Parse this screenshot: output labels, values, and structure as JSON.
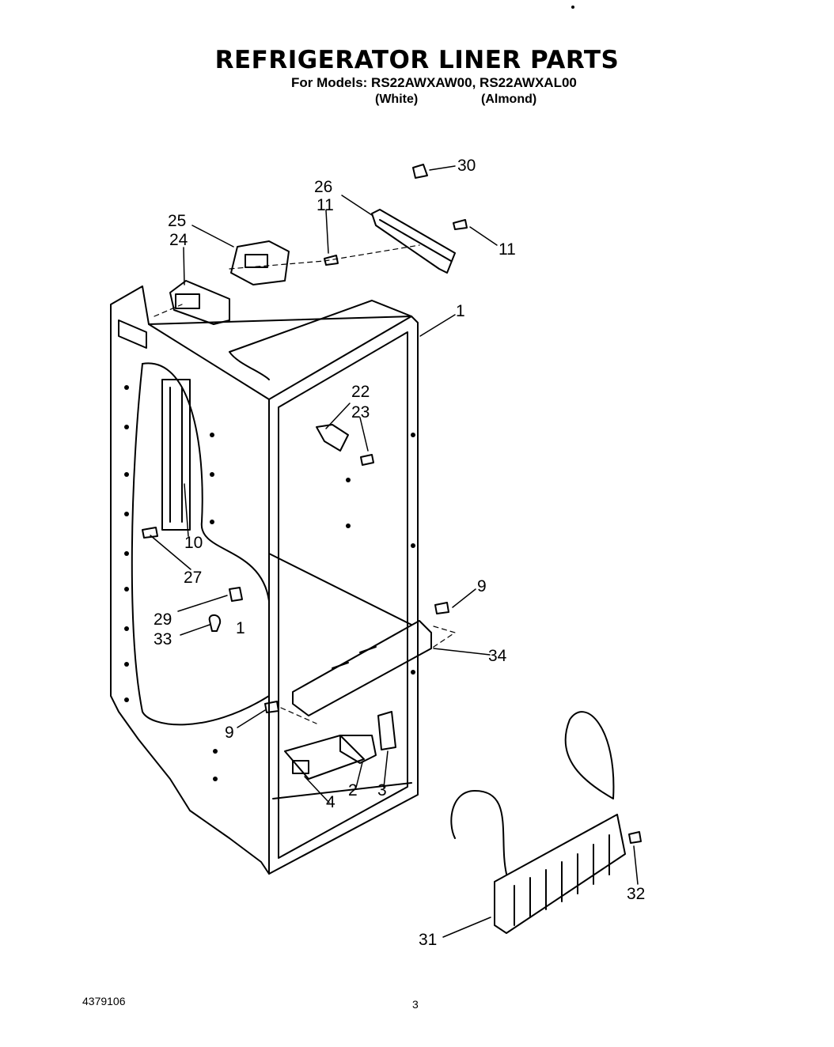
{
  "header": {
    "title": "REFRIGERATOR LINER PARTS",
    "models": "For Models: RS22AWXAW00, RS22AWXAL00",
    "variant_white": "(White)",
    "variant_almond": "(Almond)"
  },
  "callouts": {
    "c30": "30",
    "c26": "26",
    "c11a": "11",
    "c11b": "11",
    "c25": "25",
    "c24": "24",
    "c1": "1",
    "c22": "22",
    "c23": "23",
    "c10": "10",
    "c27": "27",
    "c9a": "9",
    "c29": "29",
    "c33": "33",
    "c1b": "1",
    "c34": "34",
    "c9b": "9",
    "c2": "2",
    "c3": "3",
    "c4": "4",
    "c32": "32",
    "c31": "31"
  },
  "footer": {
    "part_number": "4379106",
    "page": "3"
  }
}
